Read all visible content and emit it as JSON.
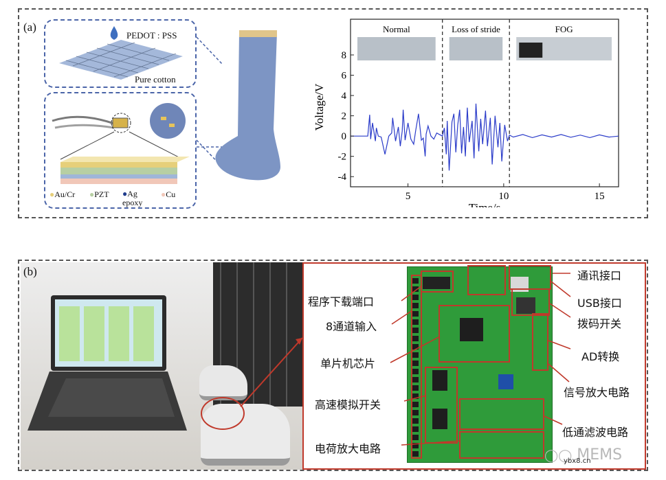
{
  "panel_a": {
    "label": "(a)",
    "sock": {
      "coating_label": "PEDOT : PSS",
      "fabric_label": "Pure cotton",
      "legend": [
        "Au/Cr",
        "PZT",
        "Ag epoxy",
        "Cu"
      ],
      "colors": {
        "au_cr": "#e6cf7a",
        "pzt": "#b7cfa3",
        "ag": "#1f3c8c",
        "cu": "#f1c7b8",
        "sock": "#7d95c4"
      }
    }
  },
  "chart_data": {
    "type": "line",
    "xlabel": "Time/s",
    "ylabel": "Voltage/V",
    "xlim": [
      2,
      16
    ],
    "ylim": [
      -5,
      8
    ],
    "xticks": [
      5,
      10,
      15
    ],
    "yticks": [
      -4,
      -2,
      0,
      2,
      4,
      6,
      8
    ],
    "phases": [
      {
        "label": "Normal",
        "start": 2.0,
        "end": 6.8
      },
      {
        "label": "Loss of stride",
        "start": 6.8,
        "end": 10.3
      },
      {
        "label": "FOG",
        "start": 10.3,
        "end": 16.0
      }
    ],
    "dividers": [
      6.8,
      10.3
    ],
    "line_color": "#2a3bc9",
    "series": [
      {
        "x": [
          2.0,
          2.9,
          3.0,
          3.05,
          3.15,
          3.3,
          3.35,
          3.45,
          3.6,
          3.8,
          4.0,
          4.15,
          4.2,
          4.35,
          4.5,
          4.6,
          4.7,
          4.75,
          4.85,
          5.0,
          5.15,
          5.3,
          5.4,
          5.55,
          5.7,
          5.8,
          5.9,
          5.95,
          6.05,
          6.2,
          6.35,
          6.5,
          6.8,
          6.9,
          7.0,
          7.05,
          7.15,
          7.3,
          7.4,
          7.5,
          7.6,
          7.7,
          7.8,
          7.9,
          8.0,
          8.1,
          8.2,
          8.35,
          8.45,
          8.55,
          8.7,
          8.8,
          8.9,
          9.05,
          9.15,
          9.3,
          9.4,
          9.55,
          9.7,
          9.8,
          9.9,
          10.05,
          10.2,
          10.3,
          10.5,
          11.0,
          11.5,
          12.0,
          12.5,
          13.0,
          13.5,
          14.0,
          14.5,
          15.0,
          15.5,
          16.0
        ],
        "y": [
          0,
          0,
          2.1,
          -0.3,
          1.3,
          -0.5,
          0.8,
          0,
          -0.1,
          -1.8,
          0,
          0.3,
          1.8,
          -0.5,
          0.9,
          -1.0,
          0.5,
          2.6,
          -0.4,
          1.3,
          -0.3,
          -0.8,
          0.5,
          2.2,
          -0.4,
          -0.2,
          -2.0,
          0.2,
          1.0,
          0,
          -0.3,
          0.3,
          0,
          0.8,
          -1.8,
          1.5,
          -3.4,
          1.4,
          2.2,
          -1.6,
          1.1,
          2.6,
          -1.7,
          0.9,
          -2.0,
          2.8,
          -0.6,
          1.5,
          -2.2,
          3.2,
          -1.5,
          1.7,
          -0.8,
          2.5,
          -1.0,
          1.8,
          -2.8,
          2.0,
          -1.1,
          1.3,
          -2.5,
          1.1,
          -0.5,
          0.1,
          -0.1,
          0.15,
          -0.15,
          0.12,
          -0.1,
          0.15,
          -0.12,
          0.1,
          -0.15,
          0.12,
          -0.1,
          0
        ]
      }
    ]
  },
  "panel_b": {
    "label": "(b)",
    "left_labels": [
      "程序下载端口",
      "8通道输入",
      "单片机芯片",
      "高速模拟开关",
      "电荷放大电路"
    ],
    "right_labels": [
      "通讯接口",
      "USB接口",
      "拨码开关",
      "AD转换",
      "信号放大电路",
      "低通滤波电路"
    ],
    "colors": {
      "pcb": "#2f9b3a",
      "callout": "#c0392b",
      "floor": "#d9d5cf"
    }
  },
  "watermark": {
    "brand": "MEMS",
    "site": "ybx8.cn"
  }
}
